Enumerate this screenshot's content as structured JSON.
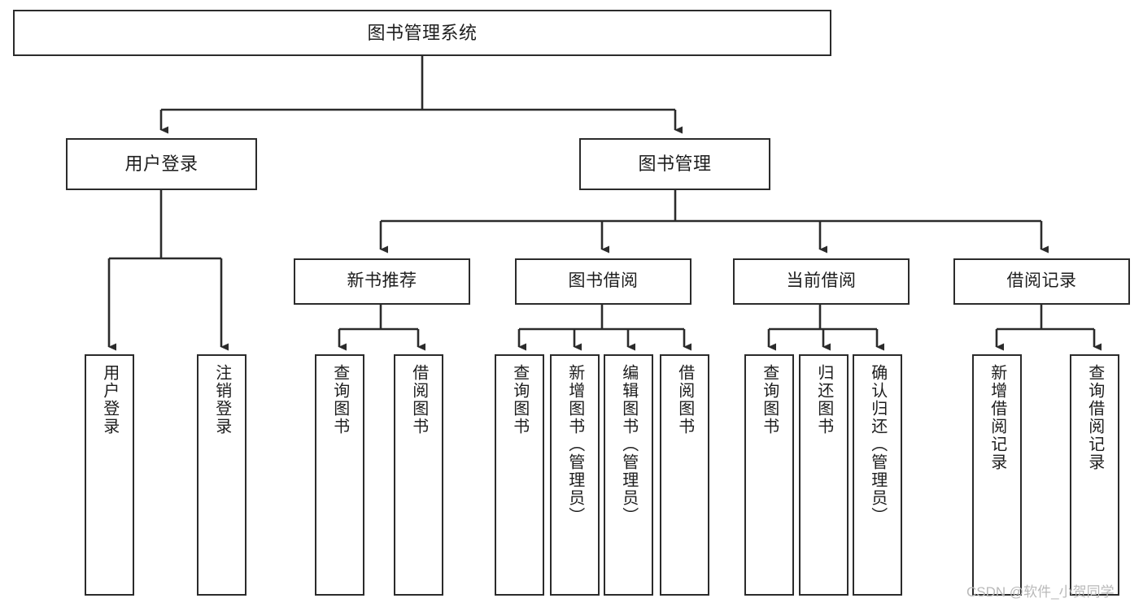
{
  "diagram": {
    "title": "图书管理系统",
    "type": "hierarchy-tree",
    "nodes": {
      "root": {
        "label": "图书管理系统"
      },
      "level2": [
        {
          "id": "user-login",
          "label": "用户登录"
        },
        {
          "id": "book-management",
          "label": "图书管理"
        }
      ],
      "level3": [
        {
          "id": "new-book-recommend",
          "label": "新书推荐"
        },
        {
          "id": "book-borrow",
          "label": "图书借阅"
        },
        {
          "id": "current-borrow",
          "label": "当前借阅"
        },
        {
          "id": "borrow-record",
          "label": "借阅记录"
        }
      ],
      "leaves": {
        "user_login": [
          {
            "id": "leaf-user-login",
            "label": "用户登录"
          },
          {
            "id": "leaf-logout-login",
            "label": "注销登录"
          }
        ],
        "new_book_recommend": [
          {
            "id": "leaf-query-book-1",
            "label": "查询图书"
          },
          {
            "id": "leaf-borrow-book-1",
            "label": "借阅图书"
          }
        ],
        "book_borrow": [
          {
            "id": "leaf-query-book-2",
            "label": "查询图书"
          },
          {
            "id": "leaf-add-book-admin",
            "label": "新增图书（管理员）"
          },
          {
            "id": "leaf-edit-book-admin",
            "label": "编辑图书（管理员）"
          },
          {
            "id": "leaf-borrow-book-2",
            "label": "借阅图书"
          }
        ],
        "current_borrow": [
          {
            "id": "leaf-query-book-3",
            "label": "查询图书"
          },
          {
            "id": "leaf-return-book",
            "label": "归还图书"
          },
          {
            "id": "leaf-confirm-return-admin",
            "label": "确认归还（管理员）"
          }
        ],
        "borrow_record": [
          {
            "id": "leaf-add-borrow-record",
            "label": "新增借阅记录"
          },
          {
            "id": "leaf-query-borrow-record",
            "label": "查询借阅记录"
          }
        ]
      }
    },
    "watermark": "CSDN @软件_小贺同学",
    "colors": {
      "stroke": "#2b2b2b",
      "background": "#ffffff",
      "text": "#1d1d1d",
      "watermark": "#b9b9b9"
    }
  }
}
